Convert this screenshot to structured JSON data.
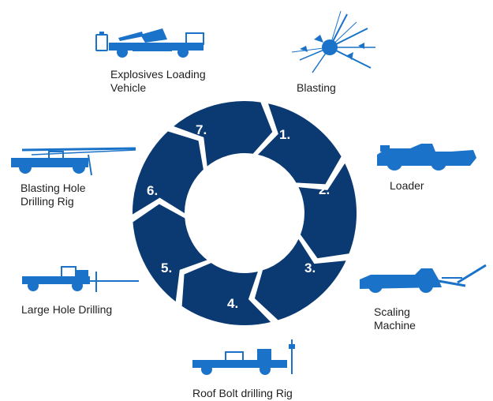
{
  "colors": {
    "ring": "#0b3a73",
    "equipment": "#1a73c9",
    "separator": "#ffffff",
    "label_text": "#1f1f1f",
    "step_text": "#ffffff"
  },
  "cycle": {
    "steps": [
      {
        "number": "1.",
        "label": "Blasting",
        "icon": "blast-burst-icon"
      },
      {
        "number": "2.",
        "label": "Loader",
        "icon": "loader-vehicle-icon"
      },
      {
        "number": "3.",
        "label": "Scaling Machine",
        "label_lines": [
          "Scaling",
          "Machine"
        ],
        "icon": "scaling-machine-icon"
      },
      {
        "number": "4.",
        "label": "Roof Bolt drilling Rig",
        "icon": "roof-bolt-rig-icon"
      },
      {
        "number": "5.",
        "label": "Large Hole Drilling",
        "icon": "large-hole-drill-icon"
      },
      {
        "number": "6.",
        "label": "Blasting Hole Drilling Rig",
        "label_lines": [
          "Blasting Hole",
          "Drilling Rig"
        ],
        "icon": "blasting-hole-rig-icon"
      },
      {
        "number": "7.",
        "label": "Explosives Loading Vehicle",
        "label_lines": [
          "Explosives Loading",
          "Vehicle"
        ],
        "icon": "explosives-loading-vehicle-icon"
      }
    ]
  }
}
